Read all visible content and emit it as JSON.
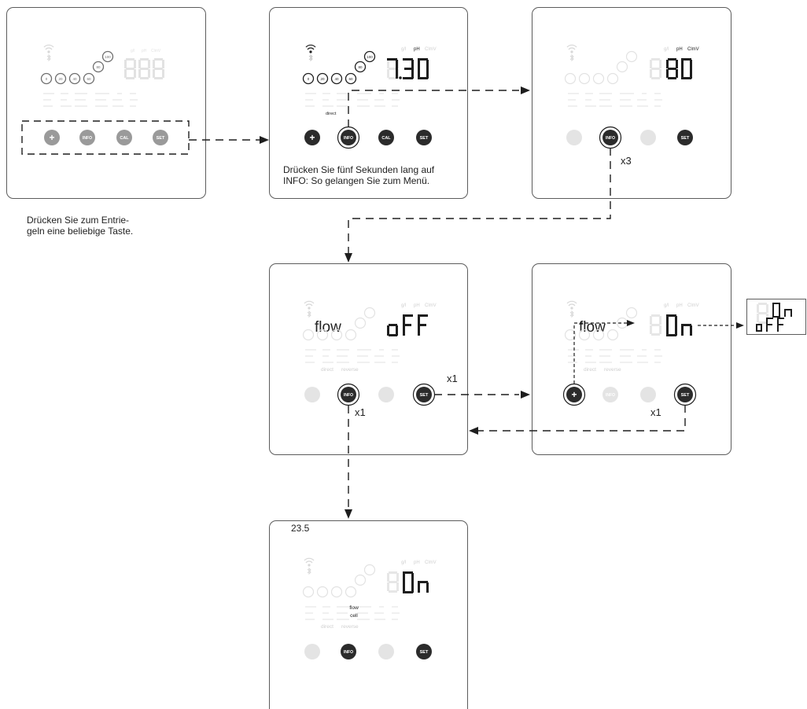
{
  "captions": {
    "unlock": [
      "Drücken Sie zum Entrie-",
      "geln eine beliebige Taste."
    ],
    "hold_info": [
      "Drücken Sie fünf Sekunden lang auf",
      "INFO: So gelangen Sie zum Menü."
    ]
  },
  "buttons": {
    "plus": "+",
    "info": "INFO",
    "cal": "CAL",
    "set": "SET"
  },
  "repeat_labels": {
    "x3": "x3",
    "x1": "x1"
  },
  "display": {
    "units": {
      "gl": "g/l",
      "ph": "pH",
      "clmv": "ClmV"
    },
    "chlorine_levels": [
      "0",
      "20",
      "40",
      "60",
      "80",
      "100"
    ],
    "flag_direct": "direct",
    "flag_flow": "flow",
    "flag_cell": "cell",
    "flag_reverse": "reverse",
    "flow_label": "flow",
    "value_start": "7.30",
    "value_off": "oFF",
    "value_on": "On",
    "temperature": "23.5"
  },
  "colors": {
    "line": "#1e1e1e",
    "faint": "#dcdcdc",
    "button_gray": "#9a9a9a",
    "button_dark": "#2b2b2b"
  }
}
